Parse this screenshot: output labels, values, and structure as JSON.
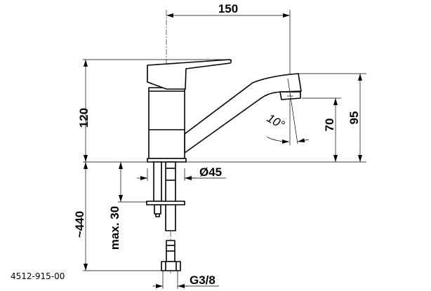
{
  "drawing": {
    "part_number": "4512-915-00",
    "dimensions": {
      "spout_reach": "150",
      "total_height": "120",
      "spout_height": "95",
      "outlet_height": "70",
      "swivel_angle": "10°",
      "base_diameter": "Ø45",
      "hose_length": "~440",
      "max_counter_thickness": "max. 30",
      "connection_thread": "G3/8"
    }
  }
}
